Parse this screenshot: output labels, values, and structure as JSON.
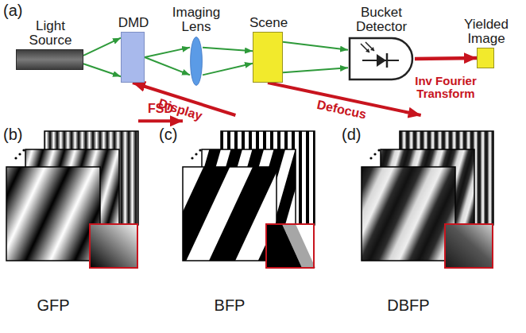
{
  "diagram": {
    "nodes": [
      {
        "text": [
          "Light Source"
        ]
      },
      {
        "text": [
          "DMD"
        ]
      },
      {
        "text": [
          "Imaging Lens"
        ]
      },
      {
        "text": [
          "Scene"
        ]
      },
      {
        "text": [
          "Bucket Detector"
        ]
      },
      {
        "text": [
          "Yielded Image"
        ]
      },
      {
        "text": [
          "GFP"
        ]
      },
      {
        "text": [
          "BFP"
        ]
      },
      {
        "text": [
          "DBFP"
        ]
      }
    ],
    "edges": [
      {
        "from": 0,
        "to": 1,
        "arrow": "to"
      },
      {
        "from": 1,
        "to": 2,
        "arrow": "to"
      },
      {
        "from": 2,
        "to": 3,
        "arrow": "to"
      },
      {
        "from": 3,
        "to": 4,
        "arrow": "to"
      },
      {
        "from": 4,
        "to": 5,
        "label": "Inv Fourier Transform",
        "arrow": "to"
      },
      {
        "from": 7,
        "to": 1,
        "label": "Display",
        "arrow": "to"
      },
      {
        "from": 3,
        "to": 8,
        "label": "Defocus",
        "arrow": "to"
      },
      {
        "from": 6,
        "to": 7,
        "label": "FSD",
        "arrow": "to"
      }
    ],
    "labels": [
      "(a)",
      "(b)",
      "(c)",
      "(d)"
    ]
  }
}
